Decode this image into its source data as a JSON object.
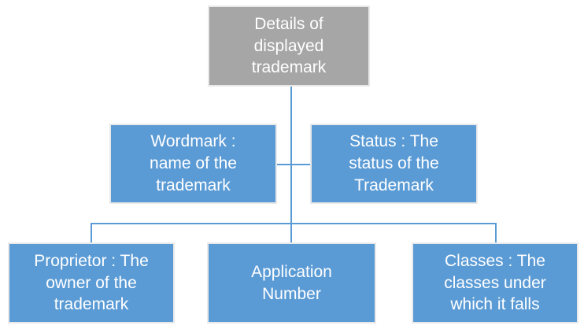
{
  "colors": {
    "root_fill": "#a6a6a6",
    "child_fill": "#5b9bd5",
    "box_border": "#e9e9e9",
    "connector": "#5b9bd5",
    "text": "#ffffff",
    "background": "#ffffff"
  },
  "diagram": {
    "type": "hierarchy",
    "nodes": {
      "root": {
        "label": "Details of\ndisplayed\ntrademark",
        "level": 1
      },
      "wordmark": {
        "label": "Wordmark :\nname of the\ntrademark",
        "level": 2
      },
      "status": {
        "label": "Status : The\nstatus of the\nTrademark",
        "level": 2
      },
      "proprietor": {
        "label": "Proprietor : The\nowner of the\ntrademark",
        "level": 3
      },
      "application": {
        "label": "Application\nNumber",
        "level": 3
      },
      "classes": {
        "label": "Classes : The\nclasses under\nwhich it falls",
        "level": 3
      }
    }
  }
}
